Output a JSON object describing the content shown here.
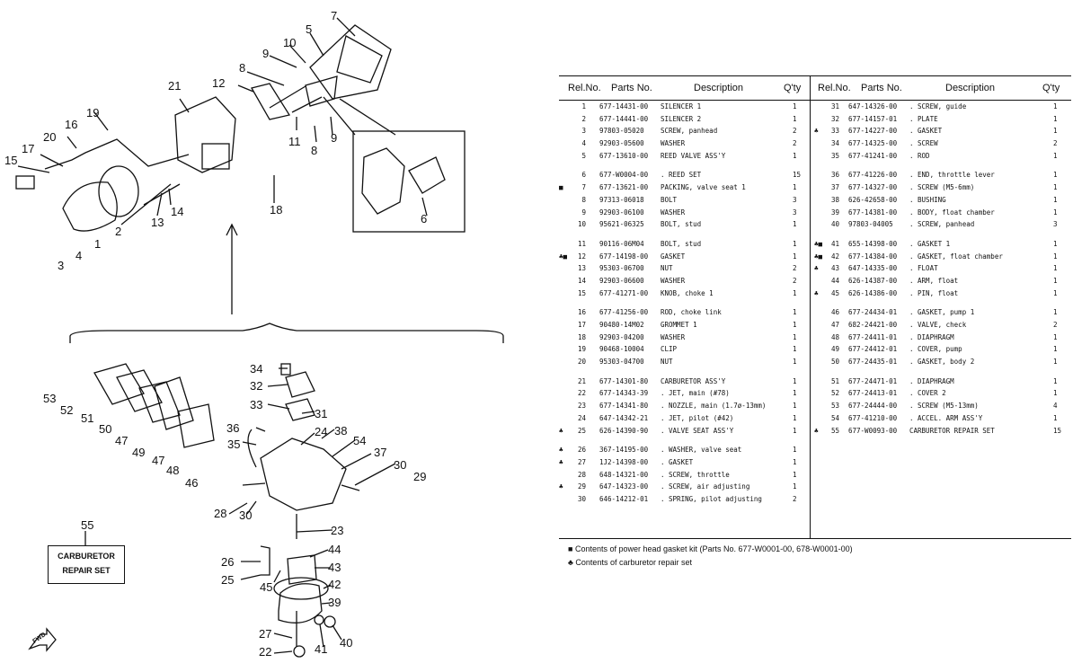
{
  "table_headers": {
    "ref_no": "Rel.No.",
    "parts_no": "Parts No.",
    "description": "Description",
    "qty": "Q'ty"
  },
  "left_rows": [
    {
      "ref": "1",
      "mark": "",
      "part": "677-14431-00",
      "desc": "SILENCER 1",
      "qty": "1",
      "gap": false
    },
    {
      "ref": "2",
      "mark": "",
      "part": "677-14441-00",
      "desc": "SILENCER 2",
      "qty": "1",
      "gap": false
    },
    {
      "ref": "3",
      "mark": "",
      "part": "97803-05020",
      "desc": "SCREW, panhead",
      "qty": "2",
      "gap": false
    },
    {
      "ref": "4",
      "mark": "",
      "part": "92903-05600",
      "desc": "WASHER",
      "qty": "2",
      "gap": false
    },
    {
      "ref": "5",
      "mark": "",
      "part": "677-13610-00",
      "desc": "REED VALVE ASS'Y",
      "qty": "1",
      "gap": true
    },
    {
      "ref": "6",
      "mark": "",
      "part": "677-W0004-00",
      "desc": ". REED SET",
      "qty": "15",
      "gap": false
    },
    {
      "ref": "7",
      "mark": "■",
      "part": "677-13621-00",
      "desc": "PACKING, valve seat 1",
      "qty": "1",
      "gap": false
    },
    {
      "ref": "8",
      "mark": "",
      "part": "97313-06018",
      "desc": "BOLT",
      "qty": "3",
      "gap": false
    },
    {
      "ref": "9",
      "mark": "",
      "part": "92903-06100",
      "desc": "WASHER",
      "qty": "3",
      "gap": false
    },
    {
      "ref": "10",
      "mark": "",
      "part": "95621-06325",
      "desc": "BOLT, stud",
      "qty": "1",
      "gap": true
    },
    {
      "ref": "11",
      "mark": "",
      "part": "90116-06M04",
      "desc": "BOLT, stud",
      "qty": "1",
      "gap": false
    },
    {
      "ref": "12",
      "mark": "♣■",
      "part": "677-14198-00",
      "desc": "GASKET",
      "qty": "1",
      "gap": false
    },
    {
      "ref": "13",
      "mark": "",
      "part": "95303-06700",
      "desc": "NUT",
      "qty": "2",
      "gap": false
    },
    {
      "ref": "14",
      "mark": "",
      "part": "92903-06600",
      "desc": "WASHER",
      "qty": "2",
      "gap": false
    },
    {
      "ref": "15",
      "mark": "",
      "part": "677-41271-00",
      "desc": "KNOB, choke 1",
      "qty": "1",
      "gap": true
    },
    {
      "ref": "16",
      "mark": "",
      "part": "677-41256-00",
      "desc": "ROD, choke link",
      "qty": "1",
      "gap": false
    },
    {
      "ref": "17",
      "mark": "",
      "part": "90480-14M02",
      "desc": "GROMMET 1",
      "qty": "1",
      "gap": false
    },
    {
      "ref": "18",
      "mark": "",
      "part": "92903-04200",
      "desc": "WASHER",
      "qty": "1",
      "gap": false
    },
    {
      "ref": "19",
      "mark": "",
      "part": "90468-10004",
      "desc": "CLIP",
      "qty": "1",
      "gap": false
    },
    {
      "ref": "20",
      "mark": "",
      "part": "95303-04700",
      "desc": "NUT",
      "qty": "1",
      "gap": true
    },
    {
      "ref": "21",
      "mark": "",
      "part": "677-14301-80",
      "desc": "CARBURETOR ASS'Y",
      "qty": "1",
      "gap": false
    },
    {
      "ref": "22",
      "mark": "",
      "part": "677-14343-39",
      "desc": ". JET, main (#78)",
      "qty": "1",
      "gap": false
    },
    {
      "ref": "23",
      "mark": "",
      "part": "677-14341-80",
      "desc": ". NOZZLE, main (1.7ø-13mm)",
      "qty": "1",
      "gap": false
    },
    {
      "ref": "24",
      "mark": "",
      "part": "647-14342-21",
      "desc": ". JET, pilot (#42)",
      "qty": "1",
      "gap": false
    },
    {
      "ref": "25",
      "mark": "♣",
      "part": "626-14390-90",
      "desc": ". VALVE SEAT ASS'Y",
      "qty": "1",
      "gap": true
    },
    {
      "ref": "26",
      "mark": "♣",
      "part": "367-14195-00",
      "desc": ". WASHER, valve seat",
      "qty": "1",
      "gap": false
    },
    {
      "ref": "27",
      "mark": "♣",
      "part": "1J2-14398-00",
      "desc": ". GASKET",
      "qty": "1",
      "gap": false
    },
    {
      "ref": "28",
      "mark": "",
      "part": "648-14321-00",
      "desc": ". SCREW, throttle",
      "qty": "1",
      "gap": false
    },
    {
      "ref": "29",
      "mark": "♣",
      "part": "647-14323-00",
      "desc": ". SCREW, air adjusting",
      "qty": "1",
      "gap": false
    },
    {
      "ref": "30",
      "mark": "",
      "part": "646-14212-01",
      "desc": ". SPRING, pilot adjusting",
      "qty": "2",
      "gap": false
    }
  ],
  "right_rows": [
    {
      "ref": "31",
      "mark": "",
      "part": "647-14326-00",
      "desc": ". SCREW, guide",
      "qty": "1",
      "gap": false
    },
    {
      "ref": "32",
      "mark": "",
      "part": "677-14157-01",
      "desc": ". PLATE",
      "qty": "1",
      "gap": false
    },
    {
      "ref": "33",
      "mark": "♣",
      "part": "677-14227-00",
      "desc": ". GASKET",
      "qty": "1",
      "gap": false
    },
    {
      "ref": "34",
      "mark": "",
      "part": "677-14325-00",
      "desc": ". SCREW",
      "qty": "2",
      "gap": false
    },
    {
      "ref": "35",
      "mark": "",
      "part": "677-41241-00",
      "desc": ". ROD",
      "qty": "1",
      "gap": true
    },
    {
      "ref": "36",
      "mark": "",
      "part": "677-41226-00",
      "desc": ". END, throttle lever",
      "qty": "1",
      "gap": false
    },
    {
      "ref": "37",
      "mark": "",
      "part": "677-14327-00",
      "desc": ". SCREW (M5-6mm)",
      "qty": "1",
      "gap": false
    },
    {
      "ref": "38",
      "mark": "",
      "part": "626-42658-00",
      "desc": ". BUSHING",
      "qty": "1",
      "gap": false
    },
    {
      "ref": "39",
      "mark": "",
      "part": "677-14381-00",
      "desc": ". BODY, float chamber",
      "qty": "1",
      "gap": false
    },
    {
      "ref": "40",
      "mark": "",
      "part": "97803-04005",
      "desc": ". SCREW, panhead",
      "qty": "3",
      "gap": true
    },
    {
      "ref": "41",
      "mark": "♣■",
      "part": "655-14398-00",
      "desc": ". GASKET 1",
      "qty": "1",
      "gap": false
    },
    {
      "ref": "42",
      "mark": "♣■",
      "part": "677-14384-00",
      "desc": ". GASKET, float chamber",
      "qty": "1",
      "gap": false
    },
    {
      "ref": "43",
      "mark": "♣",
      "part": "647-14335-00",
      "desc": ". FLOAT",
      "qty": "1",
      "gap": false
    },
    {
      "ref": "44",
      "mark": "",
      "part": "626-14387-00",
      "desc": ". ARM, float",
      "qty": "1",
      "gap": false
    },
    {
      "ref": "45",
      "mark": "♣",
      "part": "626-14386-00",
      "desc": ". PIN, float",
      "qty": "1",
      "gap": true
    },
    {
      "ref": "46",
      "mark": "",
      "part": "677-24434-01",
      "desc": ". GASKET, pump 1",
      "qty": "1",
      "gap": false
    },
    {
      "ref": "47",
      "mark": "",
      "part": "682-24421-00",
      "desc": ". VALVE, check",
      "qty": "2",
      "gap": false
    },
    {
      "ref": "48",
      "mark": "",
      "part": "677-24411-01",
      "desc": ". DIAPHRAGM",
      "qty": "1",
      "gap": false
    },
    {
      "ref": "49",
      "mark": "",
      "part": "677-24412-01",
      "desc": ". COVER, pump",
      "qty": "1",
      "gap": false
    },
    {
      "ref": "50",
      "mark": "",
      "part": "677-24435-01",
      "desc": ". GASKET, body 2",
      "qty": "1",
      "gap": true
    },
    {
      "ref": "51",
      "mark": "",
      "part": "677-24471-01",
      "desc": ". DIAPHRAGM",
      "qty": "1",
      "gap": false
    },
    {
      "ref": "52",
      "mark": "",
      "part": "677-24413-01",
      "desc": ". COVER 2",
      "qty": "1",
      "gap": false
    },
    {
      "ref": "53",
      "mark": "",
      "part": "677-24444-00",
      "desc": ". SCREW (M5-13mm)",
      "qty": "4",
      "gap": false
    },
    {
      "ref": "54",
      "mark": "",
      "part": "677-41210-00",
      "desc": ". ACCEL. ARM ASS'Y",
      "qty": "1",
      "gap": false
    },
    {
      "ref": "55",
      "mark": "♣",
      "part": "677-W0093-00",
      "desc": "CARBURETOR REPAIR SET",
      "qty": "15",
      "gap": false
    }
  ],
  "footnotes": [
    {
      "symbol": "■",
      "text": "Contents of power head gasket kit (Parts No. 677-W0001-00, 678-W0001-00)"
    },
    {
      "symbol": "♣",
      "text": "Contents of carburetor repair set"
    }
  ],
  "repair_set_label": {
    "line1": "CARBURETOR",
    "line2": "REPAIR SET"
  },
  "fwd_label": "FWD",
  "callouts": [
    "1",
    "2",
    "3",
    "4",
    "5",
    "6",
    "7",
    "8",
    "9",
    "10",
    "11",
    "12",
    "13",
    "14",
    "15",
    "16",
    "17",
    "18",
    "19",
    "20",
    "21",
    "8",
    "9",
    "22",
    "23",
    "24",
    "25",
    "26",
    "27",
    "28",
    "29",
    "30",
    "30",
    "31",
    "32",
    "33",
    "34",
    "35",
    "36",
    "37",
    "38",
    "39",
    "40",
    "41",
    "42",
    "43",
    "44",
    "45",
    "46",
    "47",
    "47",
    "48",
    "49",
    "50",
    "51",
    "52",
    "53",
    "54",
    "55"
  ]
}
